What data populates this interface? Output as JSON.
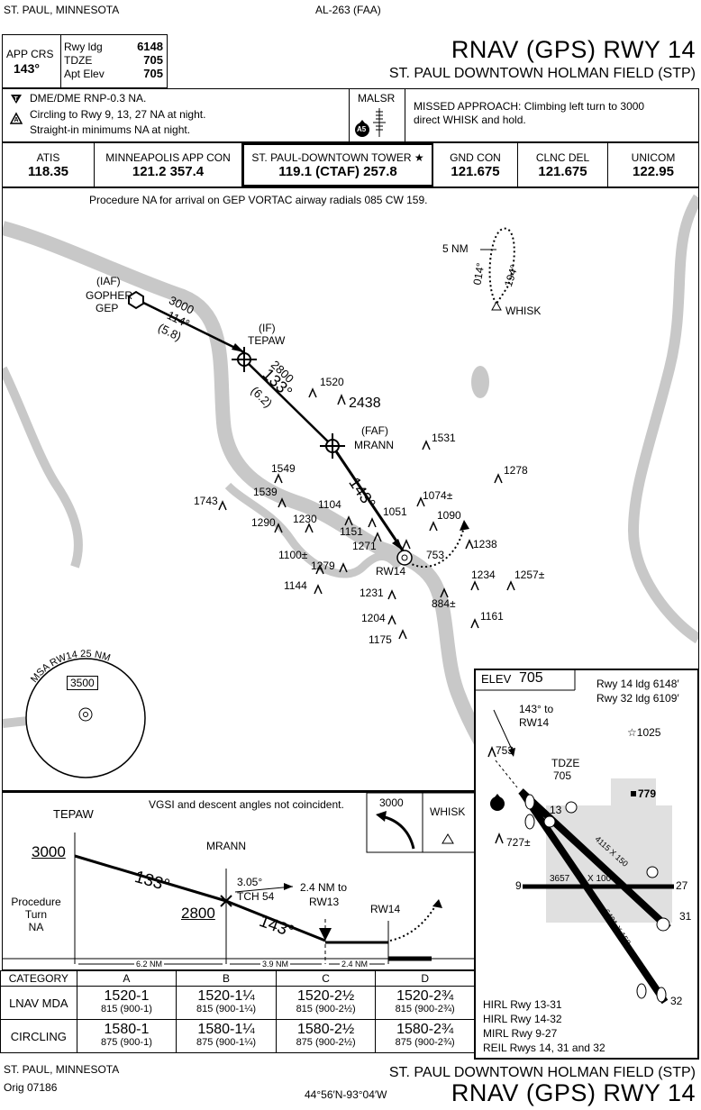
{
  "header": {
    "city_state": "ST. PAUL, MINNESOTA",
    "chart_id": "AL-263 (FAA)",
    "title": "RNAV (GPS) RWY 14",
    "airport": "ST. PAUL DOWNTOWN HOLMAN FIELD (STP)"
  },
  "briefing": {
    "app_crs_label": "APP CRS",
    "app_crs_value": "143°",
    "rwy_ldg_label": "Rwy ldg",
    "rwy_ldg_value": "6148",
    "tdze_label": "TDZE",
    "tdze_value": "705",
    "apt_elev_label": "Apt Elev",
    "apt_elev_value": "705",
    "notes_line1": "DME/DME RNP-0.3 NA.",
    "notes_line2": "Circling to Rwy 9, 13, 27 NA at night.",
    "notes_line3": "Straight-in minimums NA at night.",
    "lighting_label": "MALSR",
    "lighting_badge": "A5",
    "missed_line1": "MISSED APPROACH:  Climbing left turn to 3000",
    "missed_line2": "direct WHISK and hold."
  },
  "comms": [
    {
      "name": "ATIS",
      "freq": "118.35"
    },
    {
      "name": "MINNEAPOLIS APP CON",
      "freq": "121.2  357.4"
    },
    {
      "name": "ST. PAUL-DOWNTOWN TOWER ★",
      "freq": "119.1 (CTAF)  257.8"
    },
    {
      "name": "GND CON",
      "freq": "121.675"
    },
    {
      "name": "CLNC DEL",
      "freq": "121.675"
    },
    {
      "name": "UNICOM",
      "freq": "122.95"
    }
  ],
  "plan": {
    "note": "Procedure NA for arrival on GEP VORTAC airway radials 085 CW 159.",
    "iaf_role": "(IAF)",
    "iaf_name": "GOPHER",
    "iaf_ident": "GEP",
    "leg1_alt": "3000",
    "leg1_crs": "114°",
    "leg1_dist": "(5.8)",
    "if_role": "(IF)",
    "if_name": "TEPAW",
    "leg2_alt": "2800",
    "leg2_crs": "133°",
    "leg2_dist": "(6.2)",
    "faf_role": "(FAF)",
    "faf_name": "MRANN",
    "final_crs": "143°",
    "rw_label": "RW14",
    "hold_dist": "5 NM",
    "hold_in": "014°",
    "hold_out": "194°",
    "hold_fix": "WHISK",
    "obstacles": [
      "1520",
      "2438",
      "1531",
      "1549",
      "1278",
      "1539",
      "1104",
      "1074±",
      "1743",
      "1051",
      "1090",
      "1290",
      "1230",
      "1151",
      "1271",
      "1238",
      "1100±",
      "753",
      "1279",
      "1234",
      "1257±",
      "1144",
      "1231",
      "884±",
      "1204",
      "1161",
      "1175"
    ],
    "msa_title": "MSA RW14 25 NM",
    "msa_alt": "3500"
  },
  "profile": {
    "tepaw": "TEPAW",
    "tepaw_alt": "3000",
    "note": "VGSI and descent angles not coincident.",
    "missed_alt": "3000",
    "whisk": "WHISK",
    "mrann": "MRANN",
    "mrann_alt": "2800",
    "crs1": "133°",
    "crs2": "143°",
    "gpa": "3.05°",
    "tch": "TCH 54",
    "to_rw13_1": "2.4 NM to",
    "to_rw13_2": "RW13",
    "rw14": "RW14",
    "pt1": "Procedure",
    "pt2": "Turn",
    "pt3": "NA",
    "seg1": "6.2 NM",
    "seg2": "3.9 NM",
    "seg3": "2.4 NM"
  },
  "minimums": {
    "header": [
      "CATEGORY",
      "A",
      "B",
      "C",
      "D"
    ],
    "lnav_label": "LNAV MDA",
    "lnav": [
      [
        "1520-1",
        "815 (900-1)"
      ],
      [
        "1520-1¼",
        "815 (900-1¼)"
      ],
      [
        "1520-2½",
        "815 (900-2½)"
      ],
      [
        "1520-2¾",
        "815 (900-2¾)"
      ]
    ],
    "circ_label": "CIRCLING",
    "circ": [
      [
        "1580-1",
        "875 (900-1)"
      ],
      [
        "1580-1¼",
        "875 (900-1¼)"
      ],
      [
        "1580-2½",
        "875 (900-2½)"
      ],
      [
        "1580-2¾",
        "875 (900-2¾)"
      ]
    ]
  },
  "airport": {
    "elev_label": "ELEV",
    "elev_value": "705",
    "rwy14": "Rwy 14 ldg 6148′",
    "rwy32": "Rwy 32 ldg 6109′",
    "crs_to1": "143° to",
    "crs_to2": "RW14",
    "obs_1025": "1025",
    "obs_753": "753",
    "tdze_label": "TDZE",
    "tdze_value": "705",
    "obs_779": "779",
    "obs_727": "727±",
    "rwy_a": "4115 X 150",
    "rwy_b": "3657",
    "rwy_b2": "X 100",
    "rwy_c": "6491 X 150",
    "end_13": "13",
    "end_9": "9",
    "end_27": "27",
    "end_31": "31",
    "end_32": "32",
    "l1": "HIRL Rwy 13-31",
    "l2": "HIRL Rwy 14-32",
    "l3": "MIRL Rwy 9-27",
    "l4": "REIL Rwys 14, 31 and 32"
  },
  "footer": {
    "city_state": "ST. PAUL, MINNESOTA",
    "orig": "Orig  07186",
    "coords": "44°56′N-93°04′W",
    "airport": "ST. PAUL DOWNTOWN HOLMAN FIELD (STP)",
    "title": "RNAV (GPS) RWY 14"
  }
}
